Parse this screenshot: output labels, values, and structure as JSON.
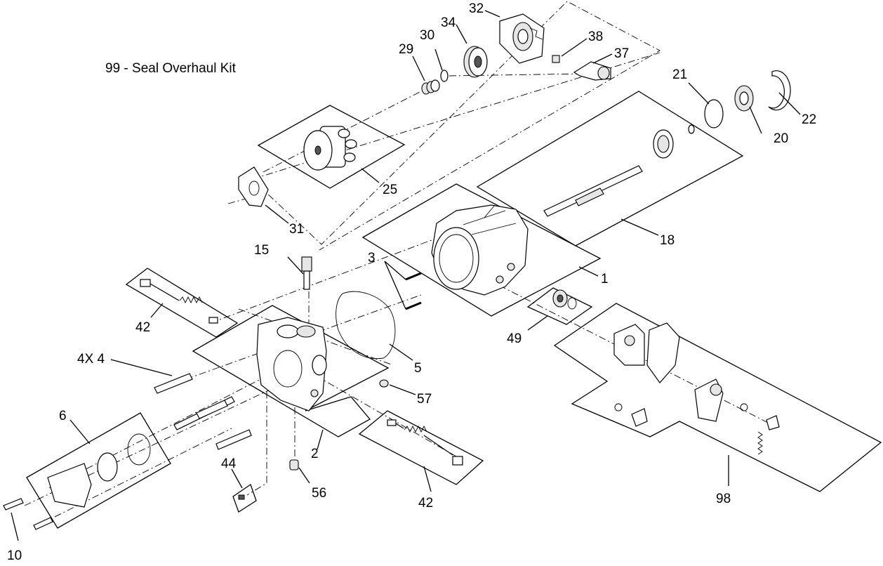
{
  "title": "99 - Seal Overhaul Kit",
  "callouts": {
    "c1": "1",
    "c2": "2",
    "c3": "3",
    "c5": "5",
    "c6": "6",
    "c10": "10",
    "c15": "15",
    "c18": "18",
    "c20": "20",
    "c21": "21",
    "c22": "22",
    "c25": "25",
    "c29": "29",
    "c30": "30",
    "c31": "31",
    "c32": "32",
    "c34": "34",
    "c37": "37",
    "c38": "38",
    "c42a": "42",
    "c42b": "42",
    "c44": "44",
    "c49": "49",
    "c56": "56",
    "c57": "57",
    "c98": "98",
    "c4x4": "4X 4"
  }
}
